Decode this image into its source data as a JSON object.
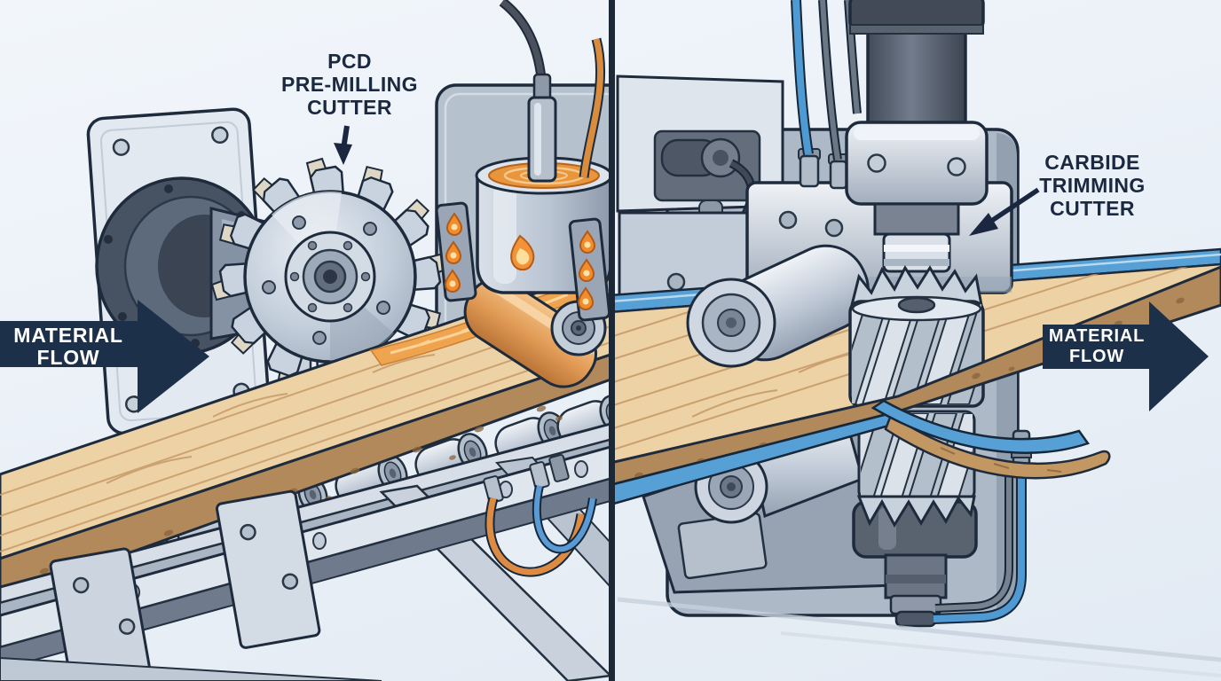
{
  "panels": {
    "left": {
      "label": {
        "line1": "PCD",
        "line2": "PRE-MILLING",
        "line3": "CUTTER"
      },
      "flow": {
        "line1": "MATERIAL",
        "line2": "FLOW"
      }
    },
    "right": {
      "label": {
        "line1": "CARBIDE",
        "line2": "TRIMMING",
        "line3": "CUTTER"
      },
      "flow": {
        "line1": "MATERIAL",
        "line2": "FLOW"
      }
    }
  },
  "icons": {
    "left_flame": "flame-icon",
    "heat_drops": "heat-droplet-icon",
    "flow_arrows": "arrow-right-icon",
    "label_pointers": "arrow-down-icon"
  },
  "colors": {
    "label_text": "#1b2940",
    "arrow_fill": "#1d3049",
    "arrow_text": "#ffffff",
    "outline": "#1e2b3c",
    "wood_top": "#ecd2a4",
    "wood_edge": "#b1895b",
    "edge_band": "#57a0d6",
    "glue": "#e8953c",
    "metal_light": "#dfe5ec",
    "metal_mid": "#b6c1ce",
    "metal_dark": "#59626f",
    "background_top": "#f2f6fb",
    "background_bottom": "#e2eaf3"
  }
}
